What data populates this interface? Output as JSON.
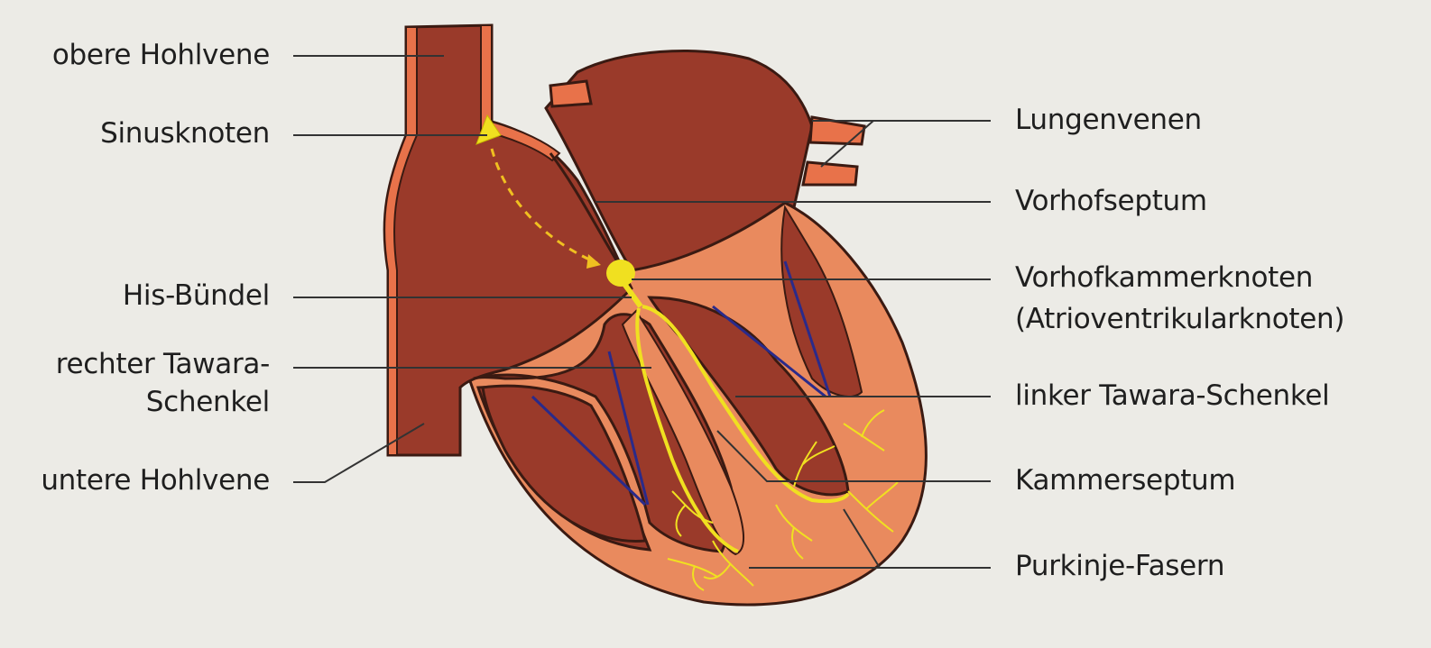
{
  "labels": {
    "left": {
      "superior_vena_cava": "obere Hohlvene",
      "sinus_node": "Sinusknoten",
      "bundle_of_his": "His-Bündel",
      "right_bundle_branch": "rechter Tawara-\nSchenkel",
      "inferior_vena_cava": "untere Hohlvene"
    },
    "right": {
      "pulmonary_veins": "Lungenvenen",
      "atrial_septum": "Vorhofseptum",
      "av_node": "Vorhofkammerknoten\n(Atrioventrikularknoten)",
      "left_bundle_branch": "linker Tawara-Schenkel",
      "ventricular_septum": "Kammerseptum",
      "purkinje_fibers": "Purkinje-Fasern"
    }
  },
  "colors": {
    "background": "#ecebe6",
    "wall": "#e8724a",
    "outline": "#3a1a12",
    "chamber_dark": "#9a3a2a",
    "ventricle_light": "#e98a5e",
    "conduction": "#f0e020",
    "chordae": "#2a2a8a",
    "leader_line": "#333333"
  }
}
